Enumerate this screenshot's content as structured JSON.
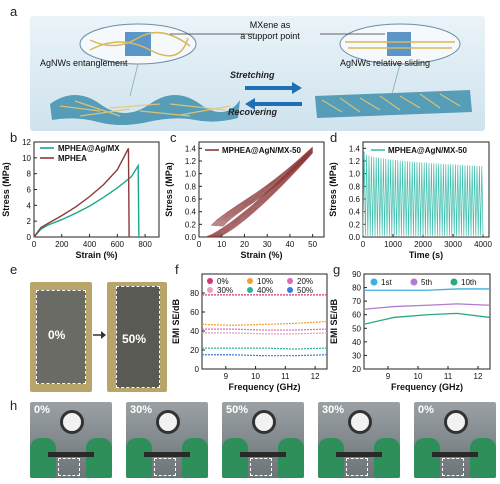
{
  "panels": {
    "a": "a",
    "b": "b",
    "c": "c",
    "d": "d",
    "e": "e",
    "f": "f",
    "g": "g",
    "h": "h"
  },
  "schematic": {
    "left_label": "AgNWs entanglement",
    "right_label": "AgNWs relative sliding",
    "mxene_label_line1": "MXene as",
    "mxene_label_line2": "a support point",
    "arrow_top": "Stretching",
    "arrow_bottom": "Recovering",
    "bg_color": "#dbe9f2",
    "film_color": "#3f8fae",
    "arrow_color": "#1f6fb3"
  },
  "photos_e": {
    "left_pct": "0%",
    "right_pct": "50%"
  },
  "photos_h": [
    "0%",
    "30%",
    "50%",
    "30%",
    "0%"
  ],
  "chart_data": [
    {
      "id": "b",
      "type": "line",
      "xlabel": "Strain (%)",
      "ylabel": "Stress (MPa)",
      "xlim": [
        0,
        900
      ],
      "ylim": [
        0,
        12
      ],
      "xticks": [
        0,
        200,
        400,
        600,
        800
      ],
      "yticks": [
        0,
        2,
        4,
        6,
        8,
        10,
        12
      ],
      "series": [
        {
          "name": "MPHEA@Ag/MX",
          "color": "#1aa88a",
          "x": [
            0,
            50,
            100,
            200,
            300,
            400,
            500,
            600,
            700,
            750,
            755
          ],
          "y": [
            0,
            1.0,
            1.5,
            2.2,
            3.0,
            3.9,
            5.0,
            6.2,
            7.6,
            9.0,
            0
          ]
        },
        {
          "name": "MPHEA",
          "color": "#8b3a3a",
          "x": [
            0,
            50,
            100,
            200,
            300,
            400,
            500,
            600,
            680,
            685
          ],
          "y": [
            0,
            1.2,
            1.7,
            2.7,
            3.8,
            5.1,
            6.6,
            8.5,
            11.2,
            0
          ]
        }
      ]
    },
    {
      "id": "c",
      "type": "line",
      "xlabel": "Strain (%)",
      "ylabel": "Stress (MPa)",
      "xlim": [
        0,
        55
      ],
      "ylim": [
        0,
        1.5
      ],
      "xticks": [
        0,
        10,
        20,
        30,
        40,
        50
      ],
      "yticks": [
        0.0,
        0.2,
        0.4,
        0.6,
        0.8,
        1.0,
        1.2,
        1.4
      ],
      "series": [
        {
          "name": "MPHEA@AgN/MX-50",
          "color": "#8b3a3a",
          "cycles": 10,
          "x_max": 50,
          "y_max": 1.42
        }
      ]
    },
    {
      "id": "d",
      "type": "line",
      "xlabel": "Time (s)",
      "ylabel": "Stress (MPa)",
      "xlim": [
        0,
        4200
      ],
      "ylim": [
        0,
        1.5
      ],
      "xticks": [
        0,
        1000,
        2000,
        3000,
        4000
      ],
      "yticks": [
        0.0,
        0.2,
        0.4,
        0.6,
        0.8,
        1.0,
        1.2,
        1.4
      ],
      "series": [
        {
          "name": "MPHEA@AgN/MX-50",
          "color": "#3fbfae",
          "cycles": 50,
          "peak_start": 1.35,
          "peak_end": 1.12
        }
      ]
    },
    {
      "id": "f",
      "type": "line",
      "xlabel": "Frequency (GHz)",
      "ylabel": "EMI SE/dB",
      "xlim": [
        8.2,
        12.4
      ],
      "ylim": [
        0,
        100
      ],
      "xticks": [
        8,
        9,
        10,
        11,
        12
      ],
      "yticks": [
        0,
        20,
        40,
        60,
        80
      ],
      "series": [
        {
          "name": "0%",
          "color": "#d6337a",
          "values": [
            78,
            78,
            78,
            78,
            78
          ]
        },
        {
          "name": "10%",
          "color": "#f0a030",
          "values": [
            47,
            46,
            47,
            48,
            50
          ]
        },
        {
          "name": "20%",
          "color": "#d86bb8",
          "values": [
            42,
            42,
            41,
            41,
            42
          ]
        },
        {
          "name": "30%",
          "color": "#e8a0c0",
          "values": [
            38,
            38,
            37,
            37,
            38
          ]
        },
        {
          "name": "40%",
          "color": "#2bb39a",
          "values": [
            22,
            22,
            22,
            21,
            22
          ]
        },
        {
          "name": "50%",
          "color": "#3a7cd8",
          "values": [
            15,
            15,
            14,
            14,
            15
          ]
        }
      ],
      "x": [
        8.2,
        9.2,
        10.3,
        11.3,
        12.4
      ]
    },
    {
      "id": "g",
      "type": "line",
      "xlabel": "Frequency (GHz)",
      "ylabel": "EMI SE/dB",
      "xlim": [
        8.2,
        12.4
      ],
      "ylim": [
        20,
        90
      ],
      "xticks": [
        8,
        9,
        10,
        11,
        12
      ],
      "yticks": [
        20,
        30,
        40,
        50,
        60,
        70,
        80,
        90
      ],
      "series": [
        {
          "name": "1st",
          "color": "#3ab0e0",
          "values": [
            78,
            78,
            78,
            79,
            79
          ]
        },
        {
          "name": "5th",
          "color": "#b27ad0",
          "values": [
            64,
            66,
            67,
            68,
            67
          ]
        },
        {
          "name": "10th",
          "color": "#2aa880",
          "values": [
            53,
            58,
            60,
            61,
            58
          ]
        }
      ],
      "x": [
        8.2,
        9.2,
        10.3,
        11.3,
        12.4
      ]
    }
  ]
}
